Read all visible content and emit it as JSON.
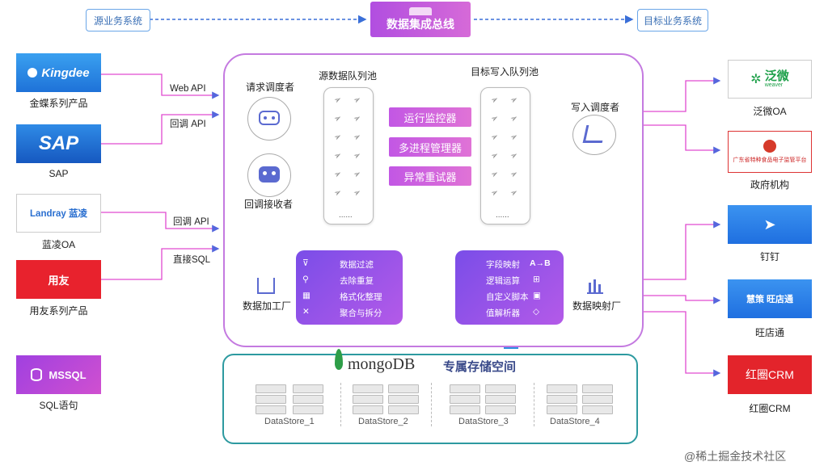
{
  "top": {
    "source_label": "源业务系统",
    "target_label": "目标业务系统",
    "bus_label": "数据集成总线"
  },
  "sources": [
    {
      "logo_text": "Kingdee",
      "caption": "金蝶系列产品",
      "link": "Web API"
    },
    {
      "logo_text": "SAP",
      "caption": "SAP",
      "link": "回调 API"
    },
    {
      "logo_text": "Landray 蓝凌",
      "caption": "蓝凌OA",
      "link": "回调 API"
    },
    {
      "logo_text": "用友",
      "caption": "用友系列产品",
      "link": "直接SQL"
    },
    {
      "logo_text": "MSSQL",
      "caption": "SQL语句"
    }
  ],
  "targets": [
    {
      "logo_text": "泛微",
      "logo_sub": "weaver",
      "caption": "泛微OA"
    },
    {
      "logo_text": "广东省特种食品电子监管平台",
      "caption": "政府机构"
    },
    {
      "caption": "钉钉"
    },
    {
      "logo_text": "慧策  旺店通",
      "caption": "旺店通"
    },
    {
      "logo_text": "红圈CRM",
      "caption": "红圈CRM"
    }
  ],
  "core": {
    "request_scheduler": "请求调度者",
    "callback_receiver": "回调接收者",
    "source_queue": "源数据队列池",
    "target_queue": "目标写入队列池",
    "write_scheduler": "写入调度者",
    "queue_more": "......",
    "buttons": [
      "运行监控器",
      "多进程管理器",
      "异常重试器"
    ],
    "factory_label": "数据加工厂",
    "mapping_label": "数据映射厂",
    "factory_items": [
      "数据过滤",
      "去除重复",
      "格式化整理",
      "聚合与拆分"
    ],
    "mapping_items": [
      "字段映射",
      "逻辑运算",
      "自定义脚本",
      "值解析器"
    ],
    "mapping_icon_ab": "A→B"
  },
  "storage": {
    "brand": "mongoDB",
    "title": "专属存储空间",
    "stores": [
      "DataStore_1",
      "DataStore_2",
      "DataStore_3",
      "DataStore_4"
    ]
  },
  "watermark": "@稀土掘金技术社区",
  "colors": {
    "accent_purple": "#c257e4",
    "link_pink": "#e04ad0",
    "blue_arrow": "#2b8ee0",
    "storage_teal": "#2d9aa0"
  }
}
